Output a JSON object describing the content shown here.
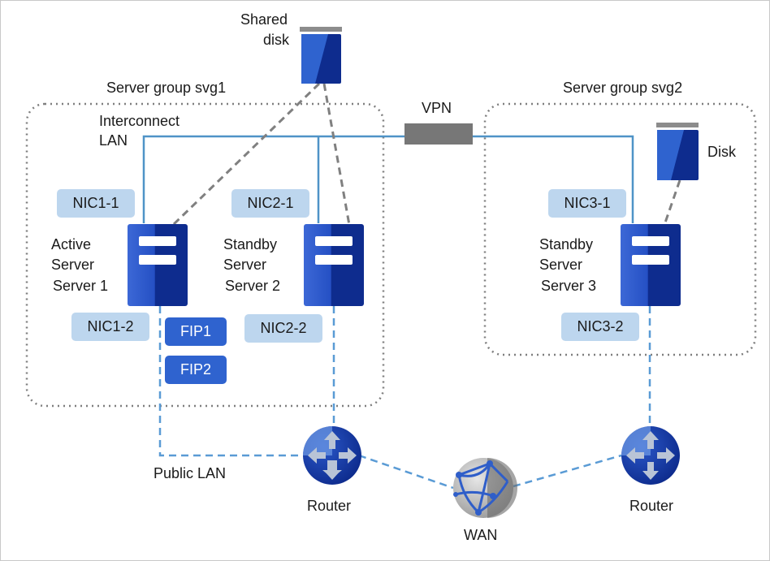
{
  "groups": {
    "svg1_label": "Server group svg1",
    "svg2_label": "Server group svg2"
  },
  "disks": {
    "shared": [
      "Shared",
      "disk"
    ],
    "local": "Disk"
  },
  "networks": {
    "interconnect": [
      "Interconnect",
      "LAN"
    ],
    "vpn": "VPN",
    "public": "Public  LAN",
    "wan": "WAN"
  },
  "servers": [
    {
      "lines": [
        "Active",
        "Server",
        " Server 1"
      ],
      "nic_top": "NIC1-1",
      "nic_bottom": "NIC1-2"
    },
    {
      "lines": [
        "Standby",
        "Server",
        " Server 2"
      ],
      "nic_top": "NIC2-1",
      "nic_bottom": "NIC2-2"
    },
    {
      "lines": [
        "Standby",
        "Server",
        " Server 3"
      ],
      "nic_top": "NIC3-1",
      "nic_bottom": "NIC3-2"
    }
  ],
  "fips": [
    "FIP1",
    "FIP2"
  ],
  "routers": [
    "Router",
    "Router"
  ],
  "colors": {
    "server_blue": "#1d3fa6",
    "server_dark": "#0e2c8e",
    "nic_light": "#bdd6ee",
    "fip_blue": "#2f63cf",
    "lan_line": "#4f93c7",
    "public_dash": "#5a9bd5",
    "disk_dash": "#808080",
    "vpn_gray": "#777777",
    "group_border": "#7f7f7f"
  },
  "icons": {
    "server": "server-icon",
    "disk": "disk-icon",
    "router": "router-icon",
    "wan": "globe-icon"
  }
}
